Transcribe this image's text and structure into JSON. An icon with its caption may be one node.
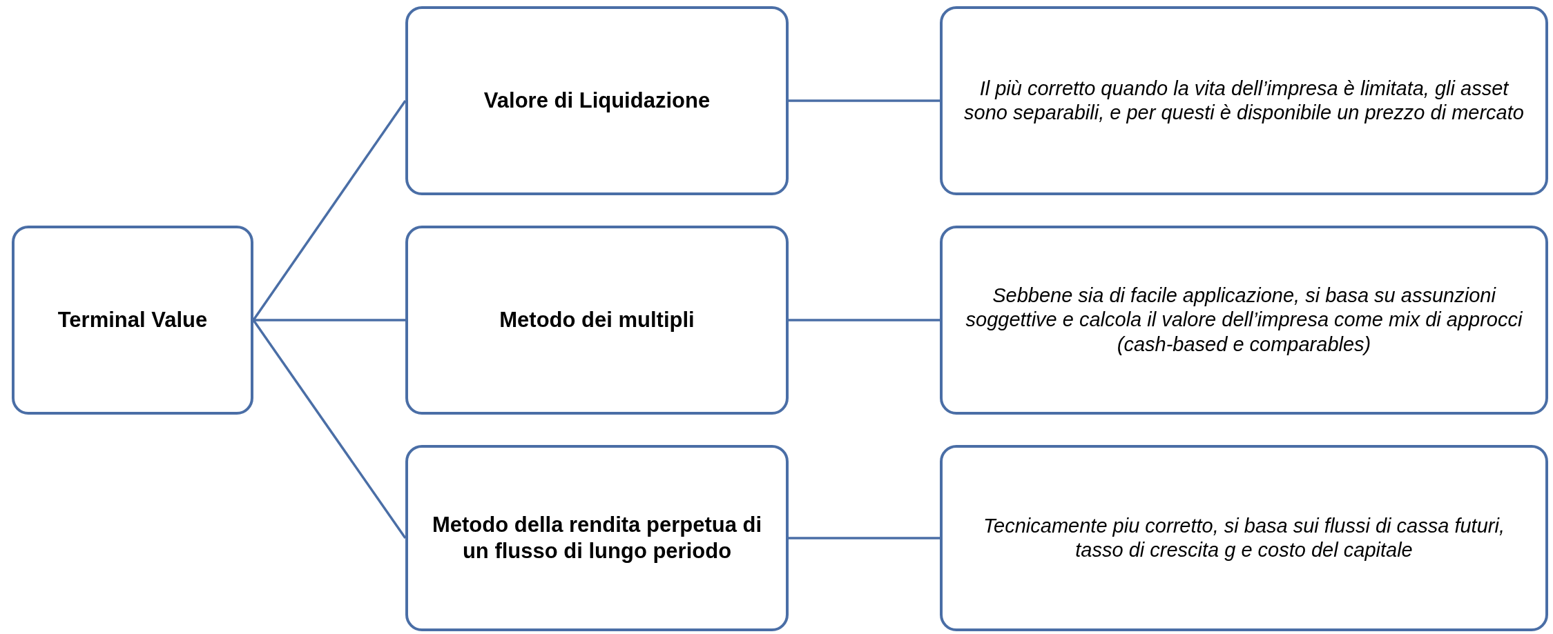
{
  "diagram": {
    "nodes": [
      {
        "text": [
          "Terminal Value"
        ]
      },
      {
        "text": [
          "Valore di Liquidazione"
        ]
      },
      {
        "text": [
          "Metodo dei multipli"
        ]
      },
      {
        "text": [
          "Metodo della rendita perpetua di un flusso di lungo periodo"
        ]
      },
      {
        "text": [
          "Il più corretto quando la vita dell’impresa è limitata, gli asset sono separabili, e per questi è disponibile un prezzo di mercato"
        ]
      },
      {
        "text": [
          "Sebbene sia di facile applicazione, si basa su assunzioni soggettive e calcola il valore dell’impresa come mix di approcci (cash-based e comparables)"
        ]
      },
      {
        "text": [
          "Tecnicamente piu corretto, si basa sui flussi di cassa futuri, tasso di crescita g e costo del capitale"
        ]
      }
    ],
    "edges": [
      {
        "from": 0,
        "to": 1,
        "arrow": "none"
      },
      {
        "from": 0,
        "to": 2,
        "arrow": "none"
      },
      {
        "from": 0,
        "to": 3,
        "arrow": "none"
      },
      {
        "from": 1,
        "to": 4,
        "arrow": "none"
      },
      {
        "from": 2,
        "to": 5,
        "arrow": "none"
      },
      {
        "from": 3,
        "to": 6,
        "arrow": "none"
      }
    ]
  }
}
